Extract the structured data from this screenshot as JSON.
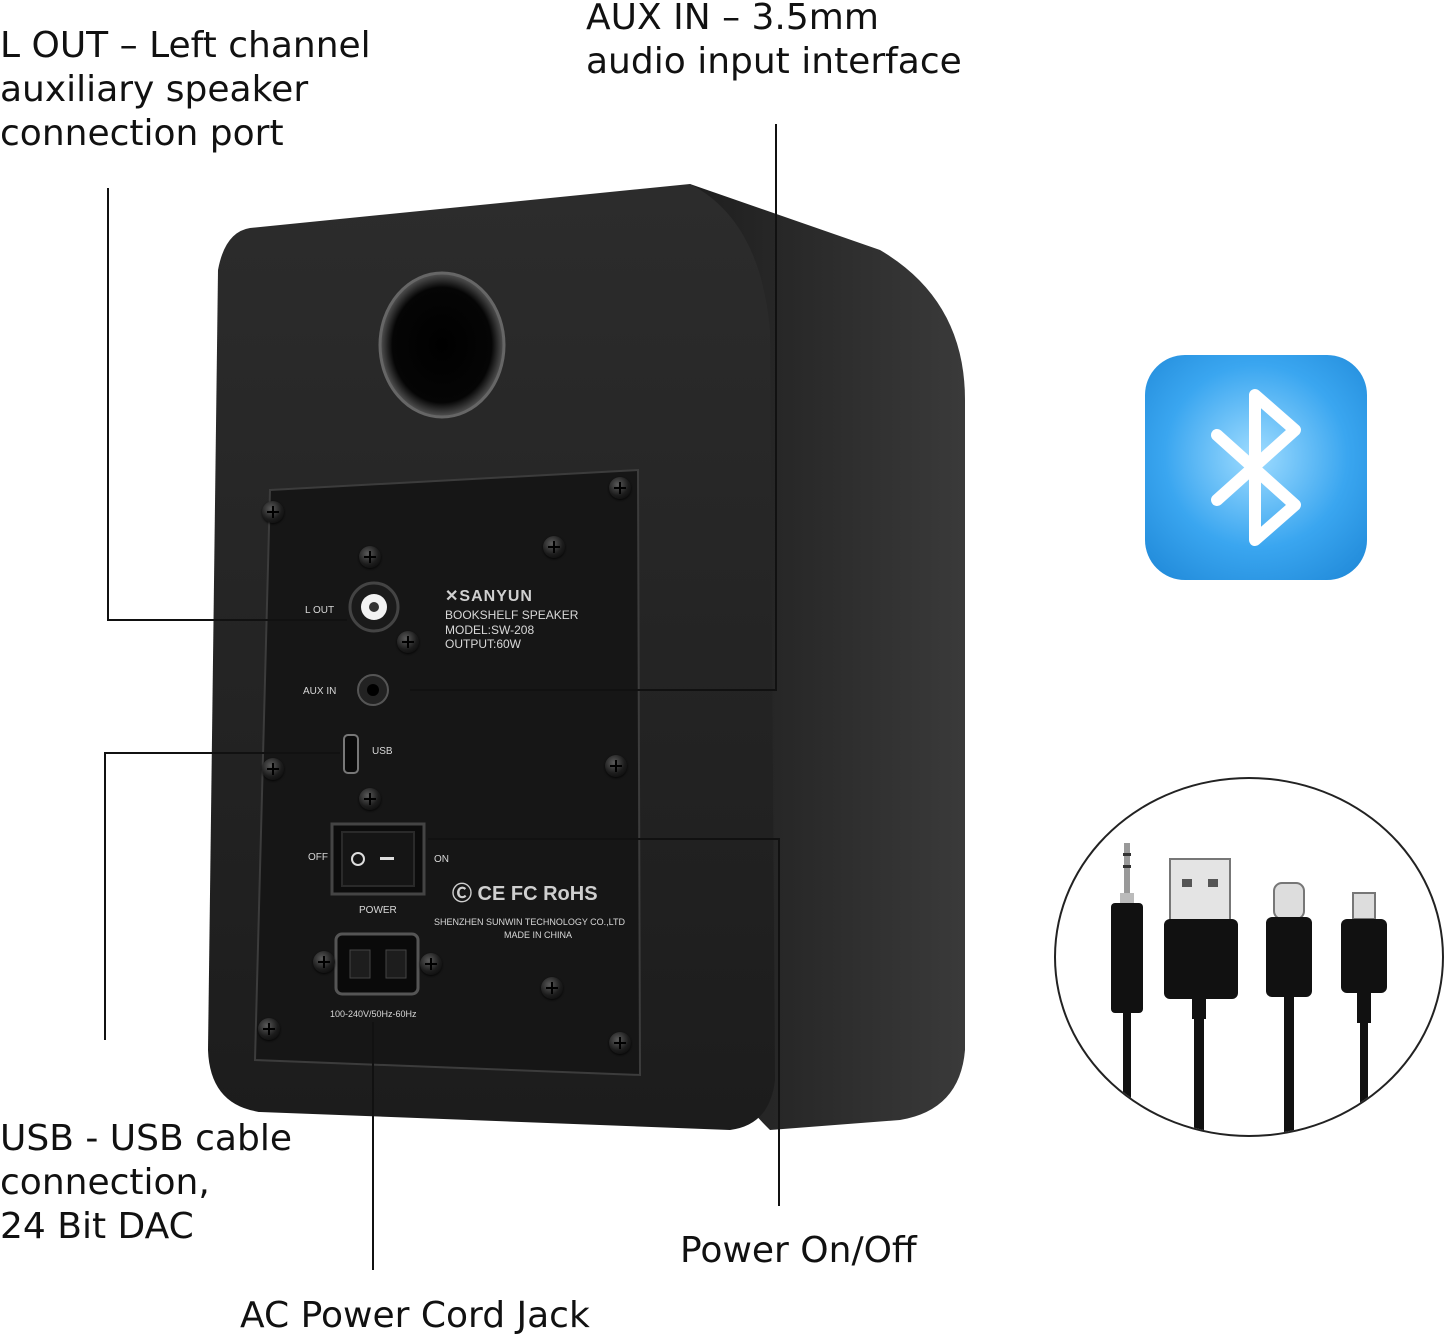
{
  "callouts": {
    "lout": [
      "L OUT  –  Left channel",
      "auxiliary speaker",
      "connection port"
    ],
    "auxin": [
      "AUX IN  –  3.5mm",
      "audio input interface"
    ],
    "usb": [
      "USB - USB cable",
      "connection,",
      "24 Bit DAC"
    ],
    "power": "Power On/Off",
    "ac": "AC Power Cord Jack"
  },
  "panel": {
    "lout_label": "L  OUT",
    "auxin_label": "AUX IN",
    "usb_label": "USB",
    "off_label": "OFF",
    "on_label": "ON",
    "power_label": "POWER",
    "voltage": "100-240V/50Hz-60Hz",
    "brand": "SANYUN",
    "product": "BOOKSHELF SPEAKER",
    "model": "MODEL:SW-208",
    "output": "OUTPUT:60W",
    "certs": "Ⓒ CE FC RoHS",
    "manufacturer": "SHENZHEN SUNWIN TECHNOLOGY CO.,LTD",
    "origin": "MADE IN CHINA"
  },
  "icons": {
    "bluetooth": "bluetooth-icon",
    "cables": [
      "aux-3.5mm-plug-icon",
      "usb-a-plug-icon",
      "usb-c-plug-icon",
      "micro-usb-plug-icon"
    ]
  },
  "colors": {
    "bluetooth_badge": "#2e9be8",
    "speaker_body": "#262626",
    "panel": "#1a1a1a"
  }
}
